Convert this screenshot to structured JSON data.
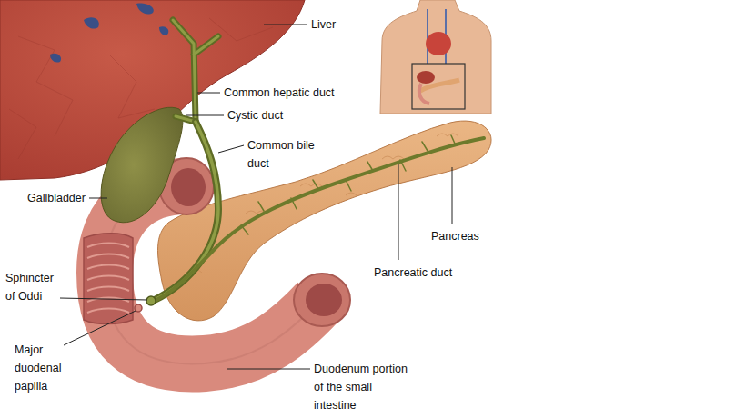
{
  "diagram": {
    "labels": [
      "Liver",
      "Common hepatic duct",
      "Cystic duct",
      "Common bile duct",
      "Gallbladder",
      "Pancreas",
      "Pancreatic duct",
      "Sphincter of Oddi",
      "Major duodenal papilla",
      "Duodenum portion of the small intestine"
    ]
  }
}
